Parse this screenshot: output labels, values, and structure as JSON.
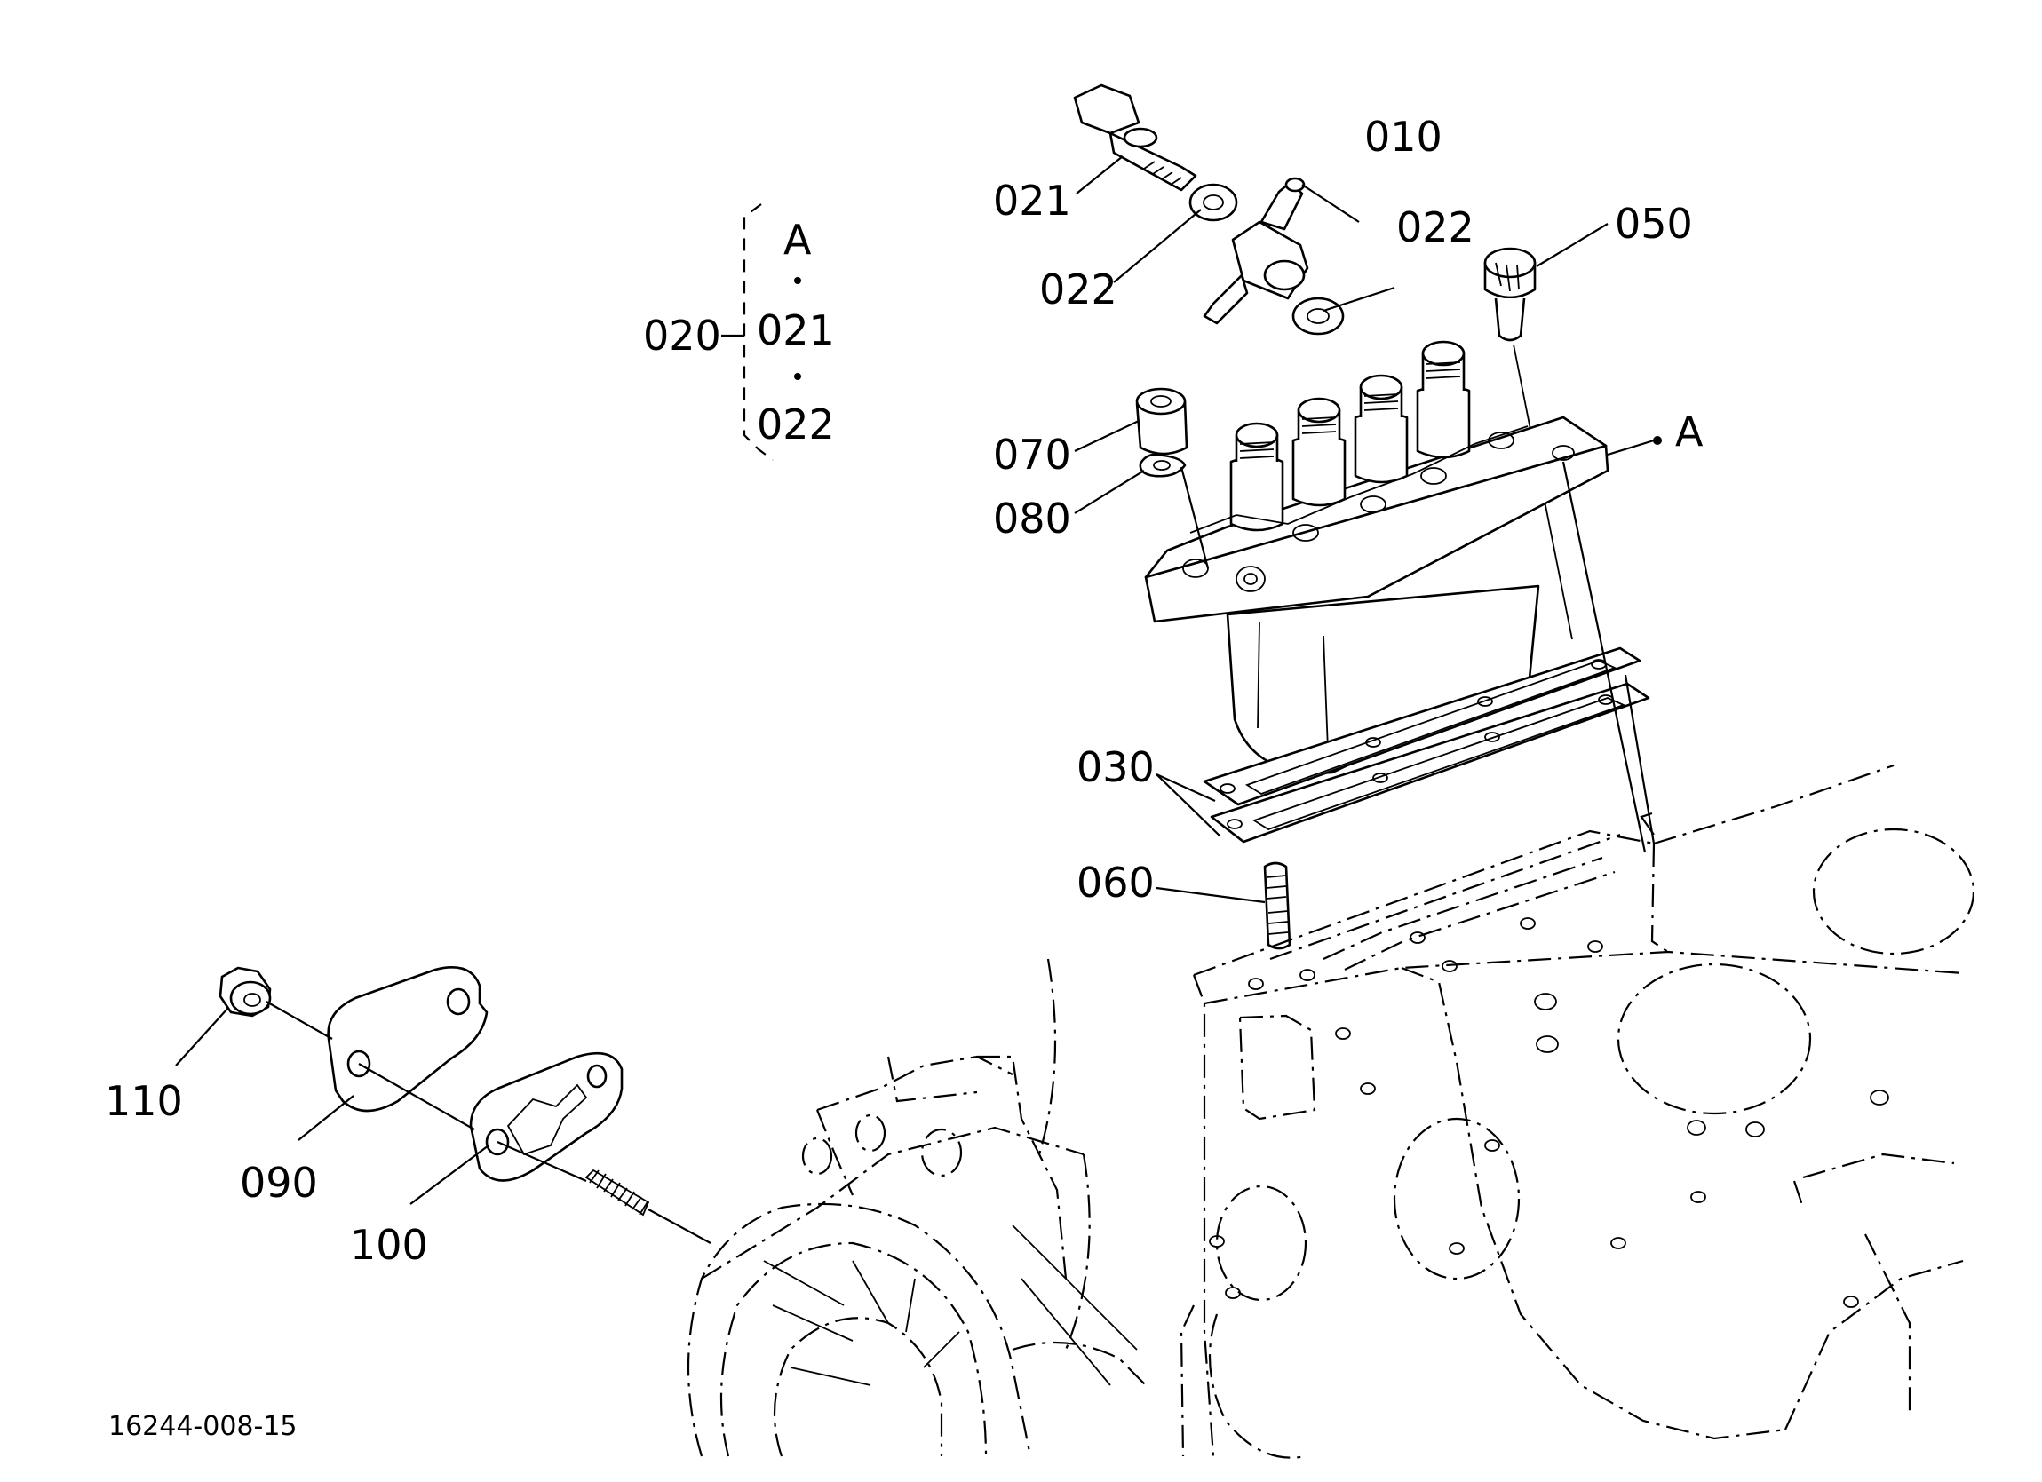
{
  "labels": {
    "p010": "010",
    "p020": "020",
    "p021": "021",
    "p022a": "022",
    "p022b": "022",
    "p030": "030",
    "p050": "050",
    "p060": "060",
    "p070": "070",
    "p080": "080",
    "p090": "090",
    "p100": "100",
    "p110": "110",
    "ref_a": "A"
  },
  "kit_group": {
    "ref": "A",
    "item1": "021",
    "item2": "022"
  },
  "drawing_number": "16244-008-15"
}
